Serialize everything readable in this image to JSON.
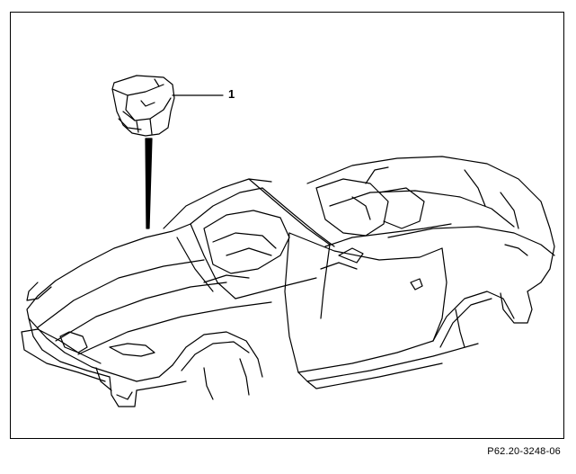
{
  "callout": {
    "label": "1"
  },
  "figure_id": "P62.20-3248-06",
  "colors": {
    "line": "#000000",
    "background": "#ffffff"
  },
  "parts": [
    {
      "id": "1",
      "description_icon": "bracket-part-icon"
    }
  ]
}
